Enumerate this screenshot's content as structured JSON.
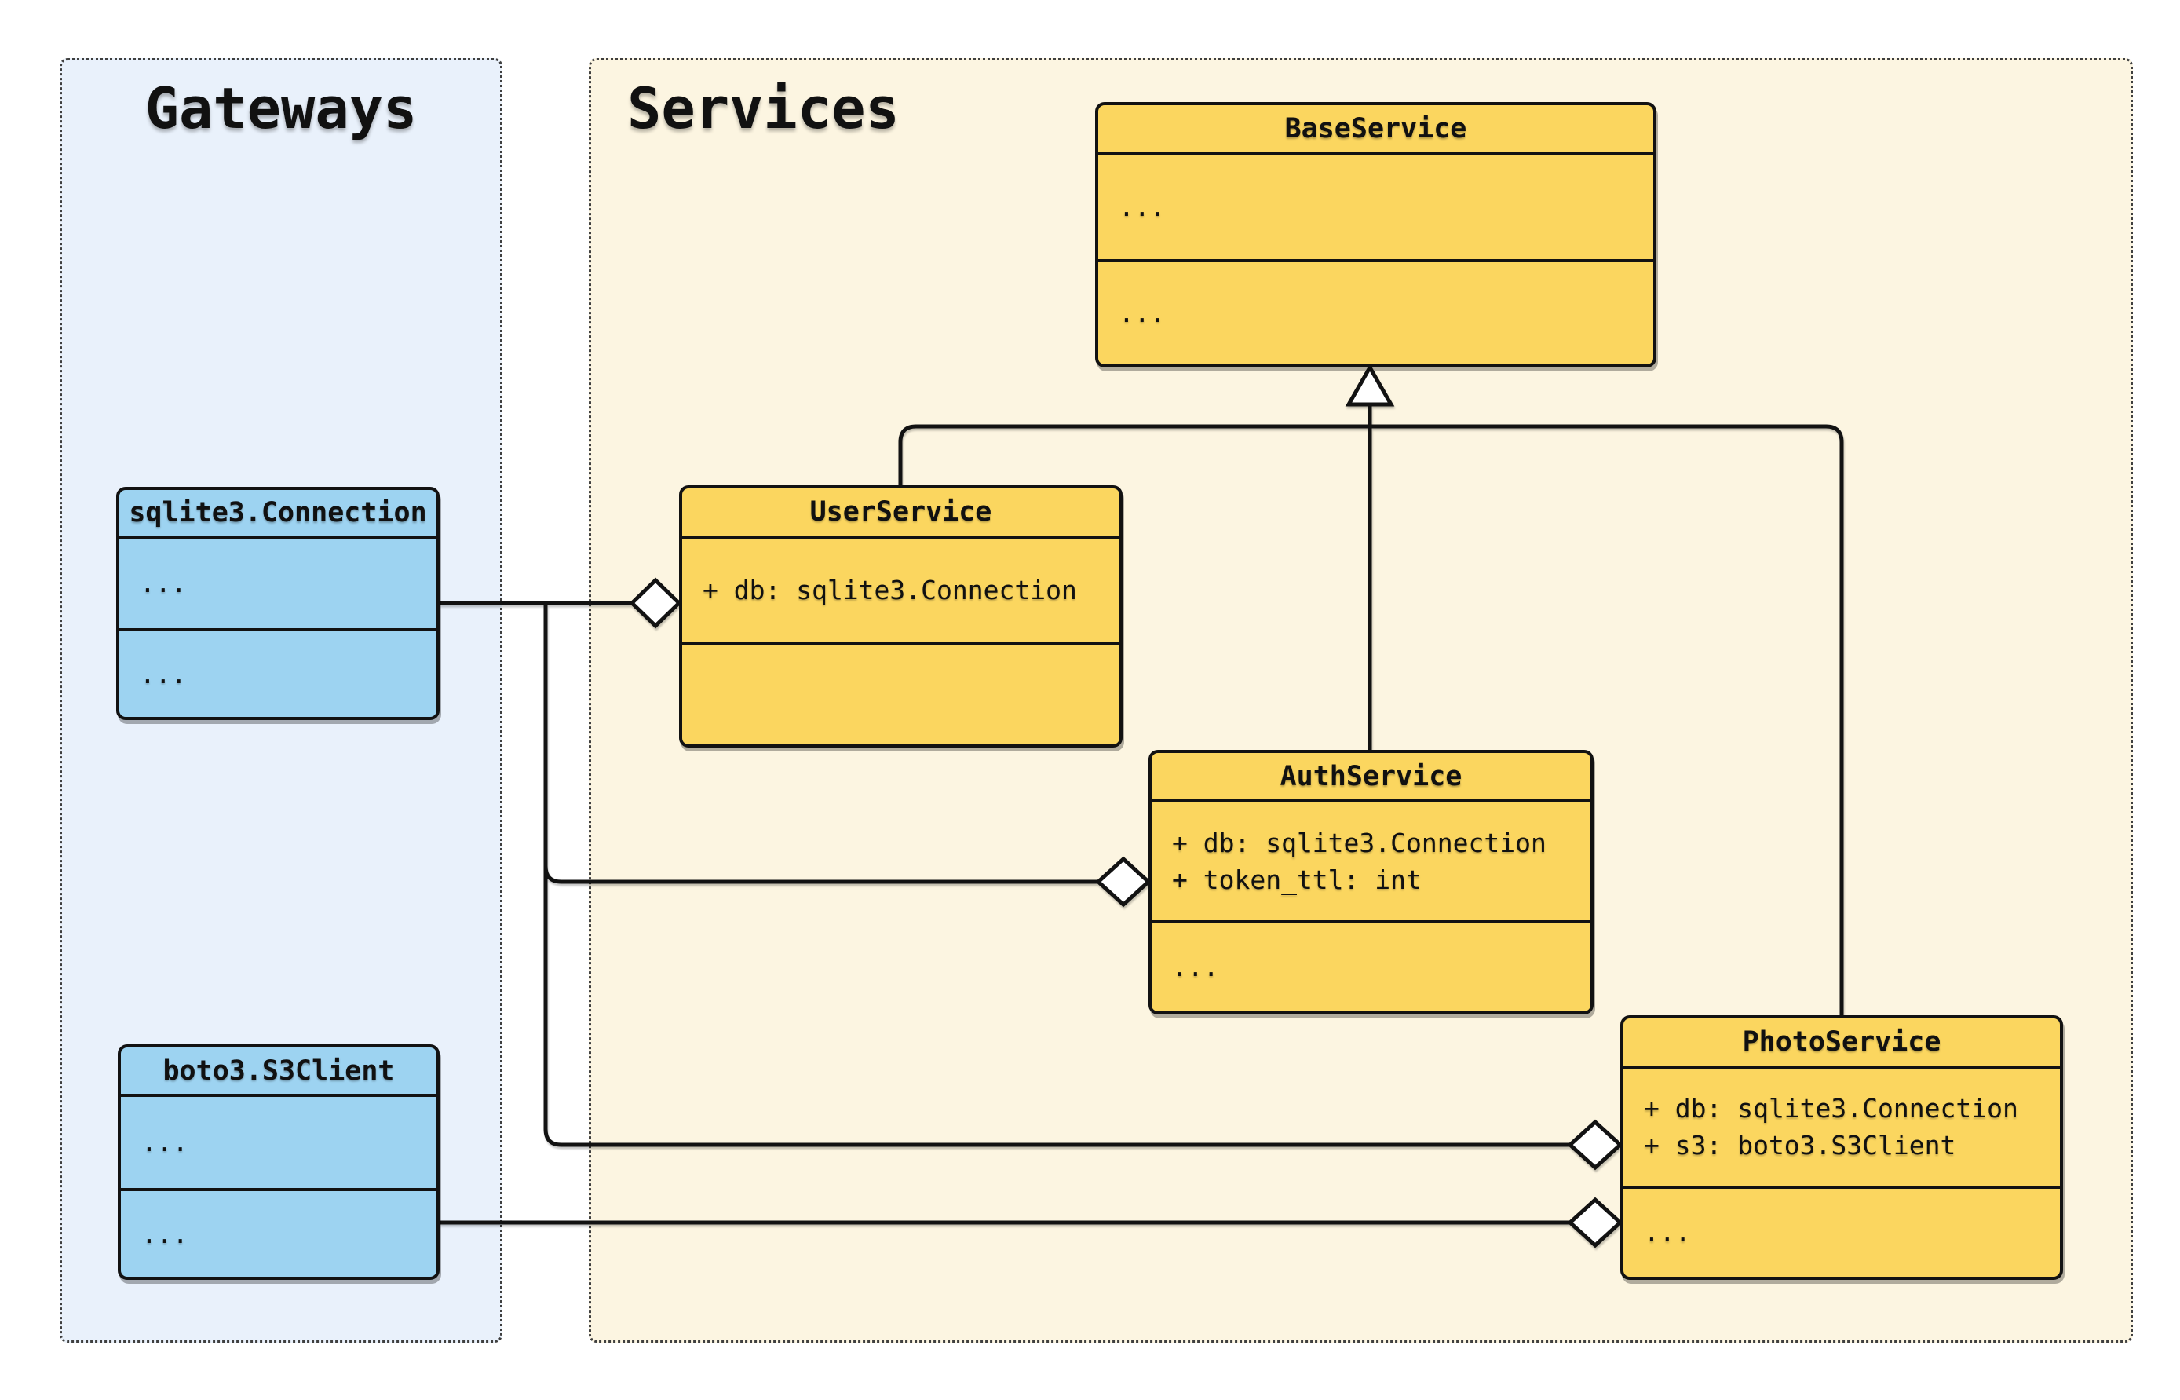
{
  "groups": {
    "gateways": {
      "title": "Gateways"
    },
    "services": {
      "title": "Services"
    }
  },
  "classes": {
    "sqlite": {
      "name": "sqlite3.Connection",
      "attributes": [
        "..."
      ],
      "methods": [
        "..."
      ]
    },
    "boto": {
      "name": "boto3.S3Client",
      "attributes": [
        "..."
      ],
      "methods": [
        "..."
      ]
    },
    "base": {
      "name": "BaseService",
      "attributes": [
        "..."
      ],
      "methods": [
        "..."
      ]
    },
    "user": {
      "name": "UserService",
      "attributes": [
        "+ db: sqlite3.Connection"
      ],
      "methods": []
    },
    "auth": {
      "name": "AuthService",
      "attributes": [
        "+ db: sqlite3.Connection",
        "+ token_ttl: int"
      ],
      "methods": [
        "..."
      ]
    },
    "photo": {
      "name": "PhotoService",
      "attributes": [
        "+ db: sqlite3.Connection",
        "+ s3: boto3.S3Client"
      ],
      "methods": [
        "..."
      ]
    }
  },
  "relations": [
    {
      "type": "inheritance",
      "from": "UserService",
      "to": "BaseService"
    },
    {
      "type": "inheritance",
      "from": "AuthService",
      "to": "BaseService"
    },
    {
      "type": "inheritance",
      "from": "PhotoService",
      "to": "BaseService"
    },
    {
      "type": "aggregation",
      "from": "UserService",
      "to": "sqlite3.Connection",
      "member": "db"
    },
    {
      "type": "aggregation",
      "from": "AuthService",
      "to": "sqlite3.Connection",
      "member": "db"
    },
    {
      "type": "aggregation",
      "from": "PhotoService",
      "to": "sqlite3.Connection",
      "member": "db"
    },
    {
      "type": "aggregation",
      "from": "PhotoService",
      "to": "boto3.S3Client",
      "member": "s3"
    }
  ],
  "colors": {
    "service_fill": "#fbd65f",
    "gateway_fill": "#9dd3f1",
    "services_group_bg": "#fcf5e1",
    "gateways_group_bg": "#e9f1fb",
    "group_border": "#3f3f3f",
    "line": "#121212",
    "shape_fill": "#ffffff"
  }
}
